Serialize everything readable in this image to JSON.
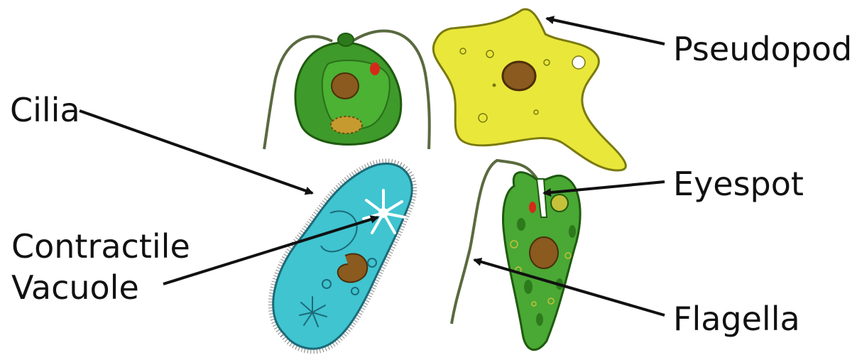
{
  "labels": {
    "pseudopod": "Pseudopod",
    "cilia": "Cilia",
    "eyespot": "Eyespot",
    "contractile": "Contractile",
    "vacuole": "Vacuole",
    "flagella": "Flagella"
  },
  "colors": {
    "chlamydomonas": "#3e9a2a",
    "amoeba": "#e9e73a",
    "paramecium": "#3fc4d0",
    "euglena": "#4aa834",
    "nucleus": "#8a5a1e",
    "eyespot": "#d42a1a",
    "arrow": "#111111"
  }
}
